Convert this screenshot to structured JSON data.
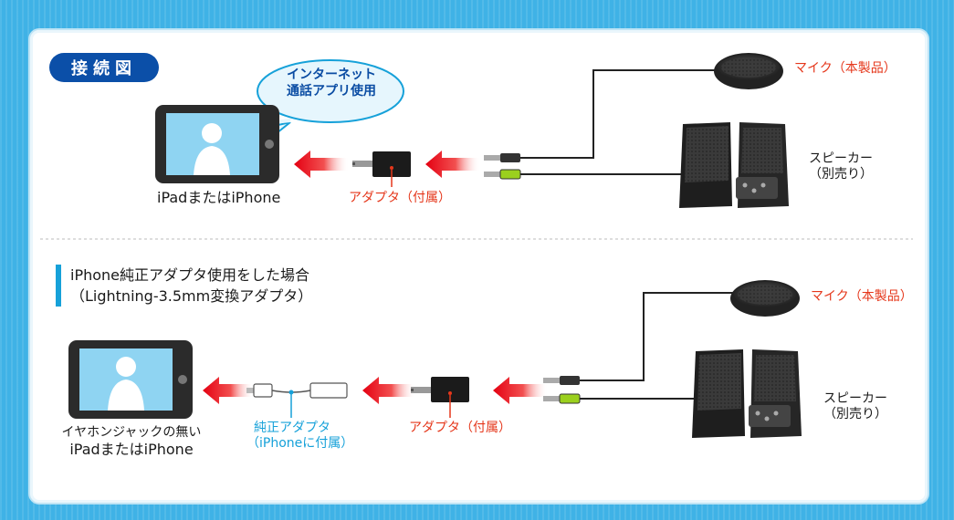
{
  "title": "接続図",
  "top": {
    "bubble": [
      "インターネット",
      "通話アプリ使用"
    ],
    "device_label": "iPadまたはiPhone",
    "adapter_label": "アダプタ（付属）",
    "mic_label": "マイク（本製品）",
    "speaker_label": [
      "スピーカー",
      "（別売り）"
    ]
  },
  "bottom": {
    "heading": [
      "iPhone純正アダプタ使用をした場合",
      "（Lightning-3.5mm変換アダプタ）"
    ],
    "device_label": [
      "イヤホンジャックの無い",
      "iPadまたはiPhone"
    ],
    "genuine_adapter_label": [
      "純正アダプタ",
      "（iPhoneに付属）"
    ],
    "adapter_label": "アダプタ（付属）",
    "mic_label": "マイク（本製品）",
    "speaker_label": [
      "スピーカー",
      "（別売り）"
    ]
  },
  "colors": {
    "background": "#3fb2e6",
    "badge": "#0b4fa8",
    "accent_red": "#e5371b",
    "accent_blue": "#16a1d9",
    "screen": "#8fd4f2",
    "green_plug": "#9bd01e"
  }
}
